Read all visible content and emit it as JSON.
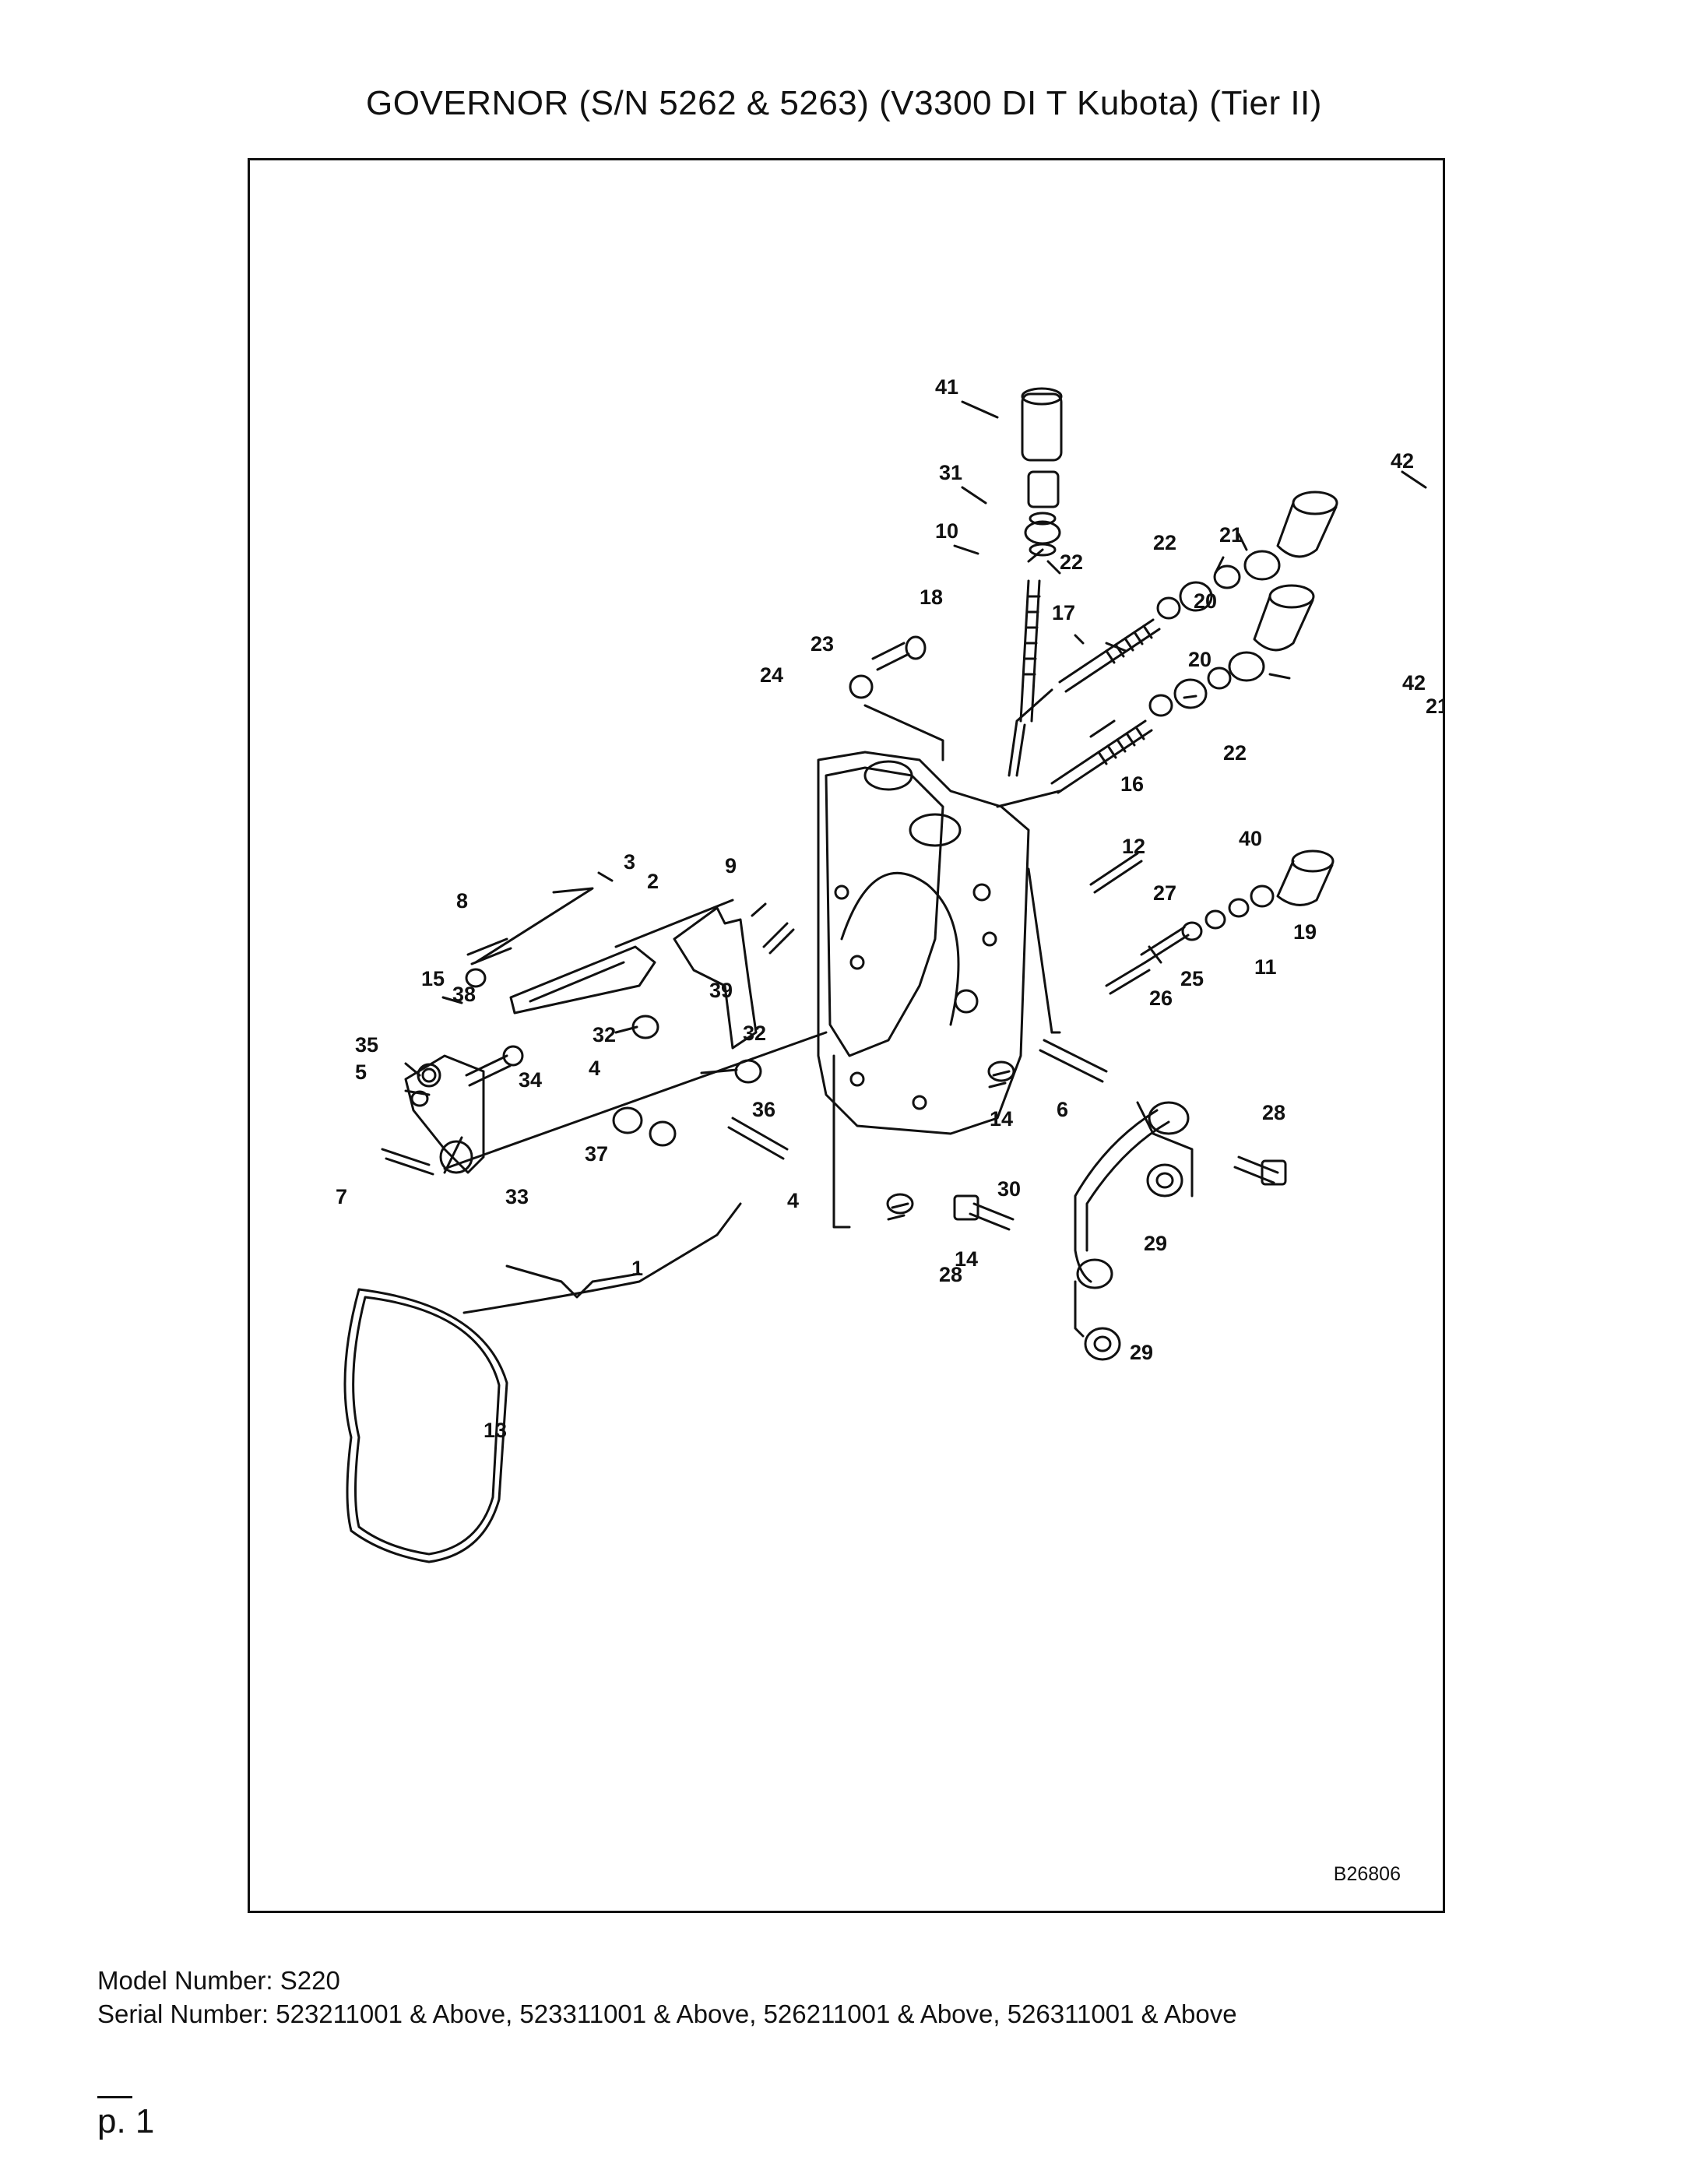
{
  "page": {
    "title": "GOVERNOR (S/N 5262 & 5263) (V3300 DI T Kubota) (Tier II)",
    "figure_code": "B26806",
    "model_line": "Model Number: S220",
    "serial_line": "Serial Number: 523211001 & Above, 523311001 & Above, 526211001 & Above, 526311001 & Above",
    "page_label": "p. 1"
  },
  "callouts": [
    "41",
    "31",
    "10",
    "22",
    "42",
    "21",
    "22",
    "23",
    "18",
    "17",
    "20",
    "24",
    "20",
    "42",
    "21",
    "22",
    "16",
    "12",
    "40",
    "9",
    "3",
    "2",
    "8",
    "27",
    "19",
    "11",
    "15",
    "39",
    "25",
    "38",
    "26",
    "35",
    "32",
    "32",
    "5",
    "4",
    "34",
    "36",
    "6",
    "14",
    "28",
    "37",
    "4",
    "30",
    "7",
    "33",
    "29",
    "14",
    "28",
    "1",
    "29",
    "13"
  ]
}
